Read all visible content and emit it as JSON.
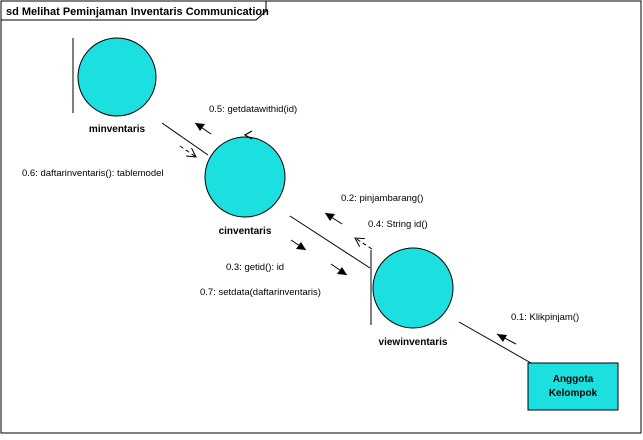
{
  "frame": {
    "title": "sd Melihat Peminjaman Inventaris Communication"
  },
  "objects": {
    "minventaris": {
      "label": "minventaris",
      "type": "entity"
    },
    "cinventaris": {
      "label": "cinventaris",
      "type": "control"
    },
    "viewinventaris": {
      "label": "viewinventaris",
      "type": "boundary"
    }
  },
  "actor": {
    "line1": "Anggota",
    "line2": "Kelompok"
  },
  "messages": {
    "m01": "0.1: Klikpinjam()",
    "m02": "0.2: pinjambarang()",
    "m03": "0.3: getid(): id",
    "m04": "0.4: String id()",
    "m05": "0.5: getdatawithid(id)",
    "m06": "0.6: daftarinventaris(): tablemodel",
    "m07": "0.7: setdata(daftarinventaris)"
  },
  "colors": {
    "object_fill": "#1ce0e0",
    "object_stroke": "#000000",
    "actor_fill": "#1ce0e0",
    "line": "#000000"
  }
}
